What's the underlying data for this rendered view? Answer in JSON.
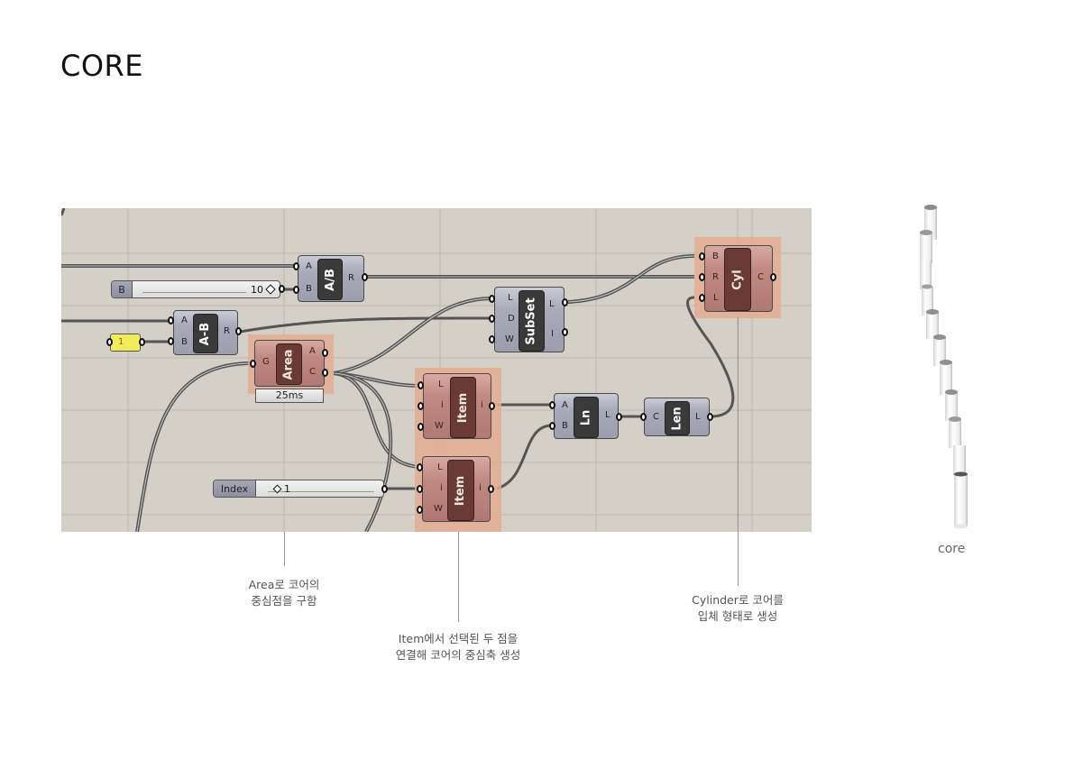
{
  "page": {
    "title": "CORE"
  },
  "canvas": {
    "background": "#d4d0c8",
    "nodes": {
      "division": {
        "name": "A/B",
        "inputs": [
          "A",
          "B"
        ],
        "outputs": [
          "R"
        ]
      },
      "subtraction": {
        "name": "A-B",
        "inputs": [
          "A",
          "B"
        ],
        "outputs": [
          "R"
        ]
      },
      "area": {
        "name": "Area",
        "inputs": [
          "G"
        ],
        "outputs": [
          "A",
          "C"
        ],
        "timer": "25ms"
      },
      "subset": {
        "name": "SubSet",
        "inputs": [
          "L",
          "D",
          "W"
        ],
        "outputs": [
          "L",
          "I"
        ]
      },
      "cylinder": {
        "name": "Cyl",
        "inputs": [
          "B",
          "R",
          "L"
        ],
        "outputs": [
          "C"
        ]
      },
      "item1": {
        "name": "Item",
        "inputs": [
          "L",
          "i",
          "W"
        ],
        "outputs": [
          "i"
        ]
      },
      "item2": {
        "name": "Item",
        "inputs": [
          "L",
          "i",
          "W"
        ],
        "outputs": [
          "i"
        ]
      },
      "line": {
        "name": "Ln",
        "inputs": [
          "A",
          "B"
        ],
        "outputs": [
          "L"
        ]
      },
      "length": {
        "name": "Len",
        "inputs": [
          "C"
        ],
        "outputs": [
          "L"
        ]
      }
    },
    "slider_b": {
      "label": "B",
      "value": "10"
    },
    "slider_index": {
      "label": "Index",
      "value": "1"
    },
    "panel_one": {
      "value": "1"
    },
    "colors": {
      "selected_highlight": "#e3ab90",
      "node_gray": "#a8aab8",
      "node_red": "#c08a82",
      "panel_yellow": "#f2ec5a",
      "wire": "#555555"
    }
  },
  "captions": {
    "area": {
      "line1": "Area로 코어의",
      "line2": "중심점을 구함"
    },
    "item": {
      "line1": "Item에서 선택된 두 점을",
      "line2": "연결해 코어의 중심축 생성"
    },
    "cylinder": {
      "line1": "Cylinder로 코어를",
      "line2": "입체 형태로 생성"
    }
  },
  "render": {
    "caption": "core"
  }
}
